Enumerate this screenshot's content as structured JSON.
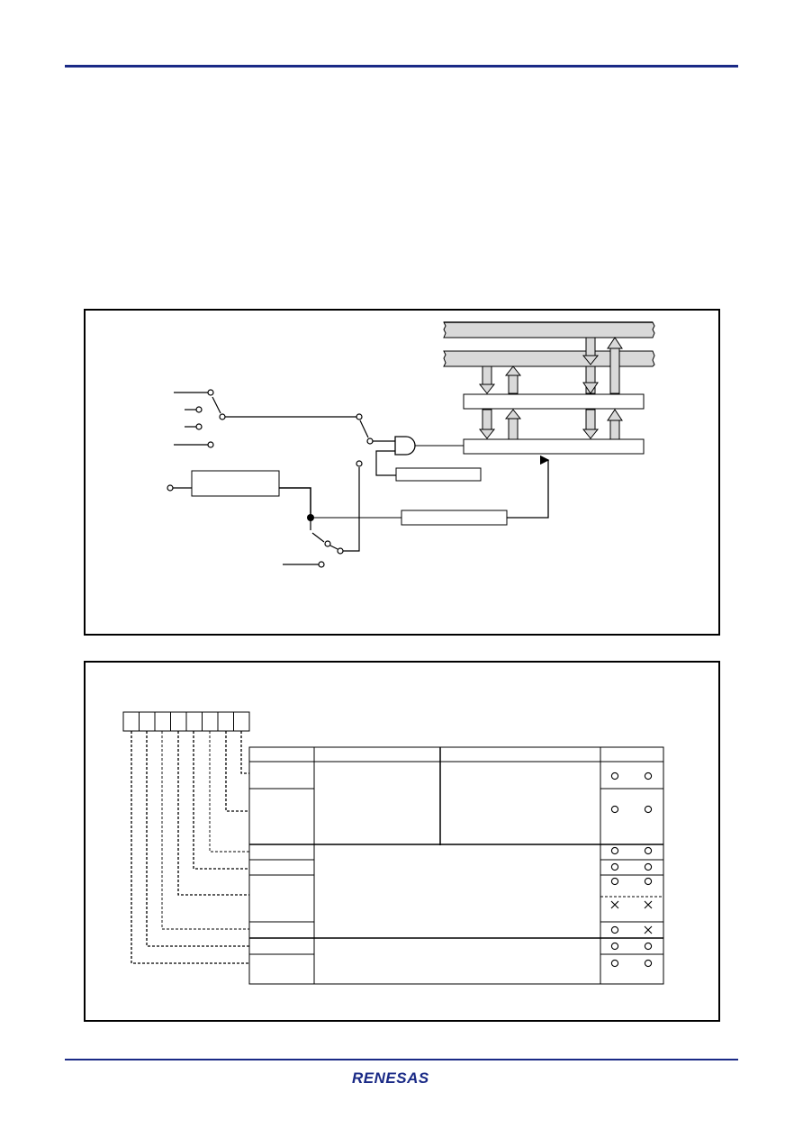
{
  "colors": {
    "rule": "#1a2a86",
    "logo": "#1a2a86",
    "bus_fill": "#d9d9d9",
    "line": "#000000"
  },
  "logo": {
    "text": "RENESAS"
  },
  "figure_1": {
    "description_icons": [
      "switch-contact-icon",
      "and-gate-icon",
      "bus-arrow-icon",
      "junction-dot-icon"
    ]
  },
  "figure_2": {
    "register_bits": 8,
    "table_marks": [
      [
        "o",
        "o"
      ],
      [
        "o",
        "o"
      ],
      [
        "o",
        "o"
      ],
      [
        "o",
        "o"
      ],
      [
        "o",
        "o"
      ],
      [
        "x",
        "x"
      ],
      [
        "o",
        "x"
      ],
      [
        "o",
        "o"
      ],
      [
        "o",
        "o"
      ]
    ]
  }
}
